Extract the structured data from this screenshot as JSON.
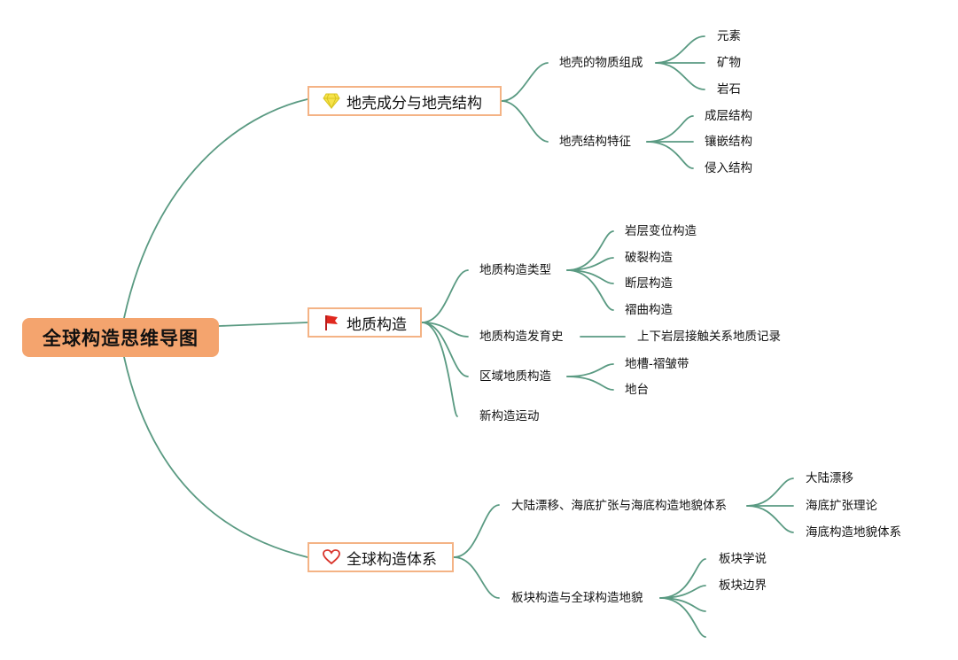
{
  "root": {
    "title": "全球构造思维导图"
  },
  "branches": [
    {
      "label": "地壳成分与地壳结构",
      "icon": "diamond-icon",
      "children": [
        {
          "label": "地壳的物质组成",
          "leaves": [
            "元素",
            "矿物",
            "岩石"
          ]
        },
        {
          "label": "地壳结构特征",
          "leaves": [
            "成层结构",
            "镶嵌结构",
            "侵入结构"
          ]
        }
      ]
    },
    {
      "label": "地质构造",
      "icon": "flag-icon",
      "children": [
        {
          "label": "地质构造类型",
          "leaves": [
            "岩层变位构造",
            "破裂构造",
            "断层构造",
            "褶曲构造"
          ]
        },
        {
          "label": "地质构造发育史",
          "leaves": [
            "上下岩层接触关系地质记录"
          ]
        },
        {
          "label": "区域地质构造",
          "leaves": [
            "地槽-褶皱带",
            "地台"
          ]
        },
        {
          "label": "新构造运动",
          "leaves": []
        }
      ]
    },
    {
      "label": "全球构造体系",
      "icon": "heart-icon",
      "children": [
        {
          "label": "大陆漂移、海底扩张与海底构造地貌体系",
          "leaves": [
            "大陆漂移",
            "海底扩张理论",
            "海底构造地貌体系"
          ]
        },
        {
          "label": "板块构造与全球构造地貌",
          "leaves": [
            "板块学说",
            "板块边界",
            "",
            ""
          ]
        }
      ]
    }
  ],
  "colors": {
    "line": "#5a9a82",
    "root_fill": "#f4a46e",
    "branch_border": "#f4b385"
  }
}
